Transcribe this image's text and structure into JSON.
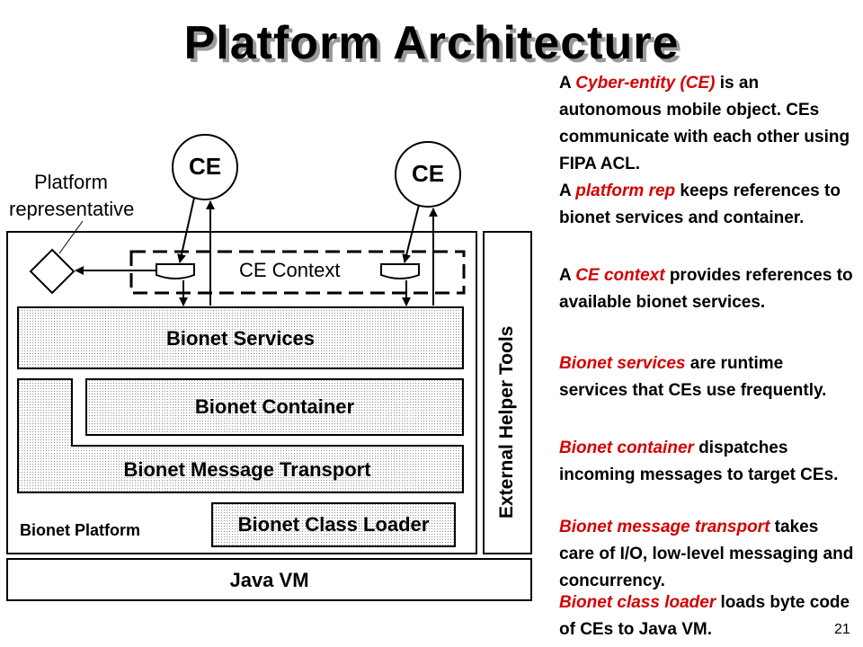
{
  "title": "Platform Architecture",
  "labels": {
    "ce_left": "CE",
    "ce_right": "CE",
    "platform_representative_line1": "Platform",
    "platform_representative_line2": "representative",
    "ce_context": "CE Context",
    "bionet_services": "Bionet Services",
    "bionet_container": "Bionet Container",
    "bionet_message_transport": "Bionet Message Transport",
    "bionet_class_loader": "Bionet Class Loader",
    "bionet_platform": "Bionet Platform",
    "java_vm": "Java VM",
    "external_helper_tools": "External Helper Tools"
  },
  "descriptions": [
    {
      "pre": "A ",
      "hl": "Cyber-entity (CE)",
      "post": " is an autonomous mobile object. CEs communicate with each other using FIPA ACL."
    },
    {
      "pre": "A ",
      "hl": "platform rep",
      "post": " keeps references to bionet services and container."
    },
    {
      "pre": "A ",
      "hl": "CE context",
      "post": " provides references to available bionet services."
    },
    {
      "pre": "",
      "hl": "Bionet services",
      "post": " are runtime services that CEs use frequently."
    },
    {
      "pre": "",
      "hl": "Bionet container",
      "post": " dispatches incoming messages to target CEs."
    },
    {
      "pre": "",
      "hl": "Bionet message transport",
      "post": " takes care of I/O, low-level messaging and concurrency."
    },
    {
      "pre": "",
      "hl": "Bionet class loader",
      "post": " loads byte code of CEs to Java VM."
    }
  ],
  "page_number": "21",
  "colors": {
    "highlight": "#d40000"
  }
}
